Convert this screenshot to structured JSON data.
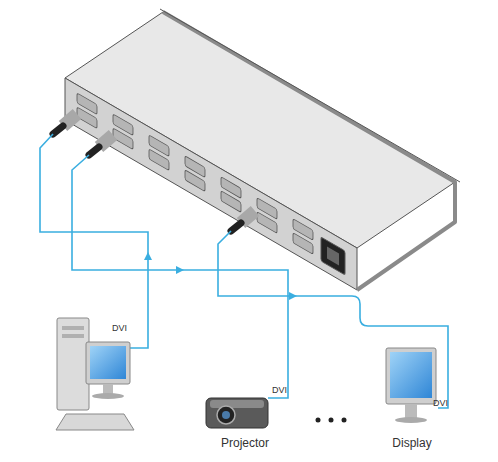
{
  "diagram": {
    "nodes": [
      {
        "text": [
          "Projector"
        ]
      },
      {
        "text": [
          "Display"
        ]
      }
    ],
    "labels": [
      "DVI",
      "DVI",
      "DVI"
    ]
  }
}
